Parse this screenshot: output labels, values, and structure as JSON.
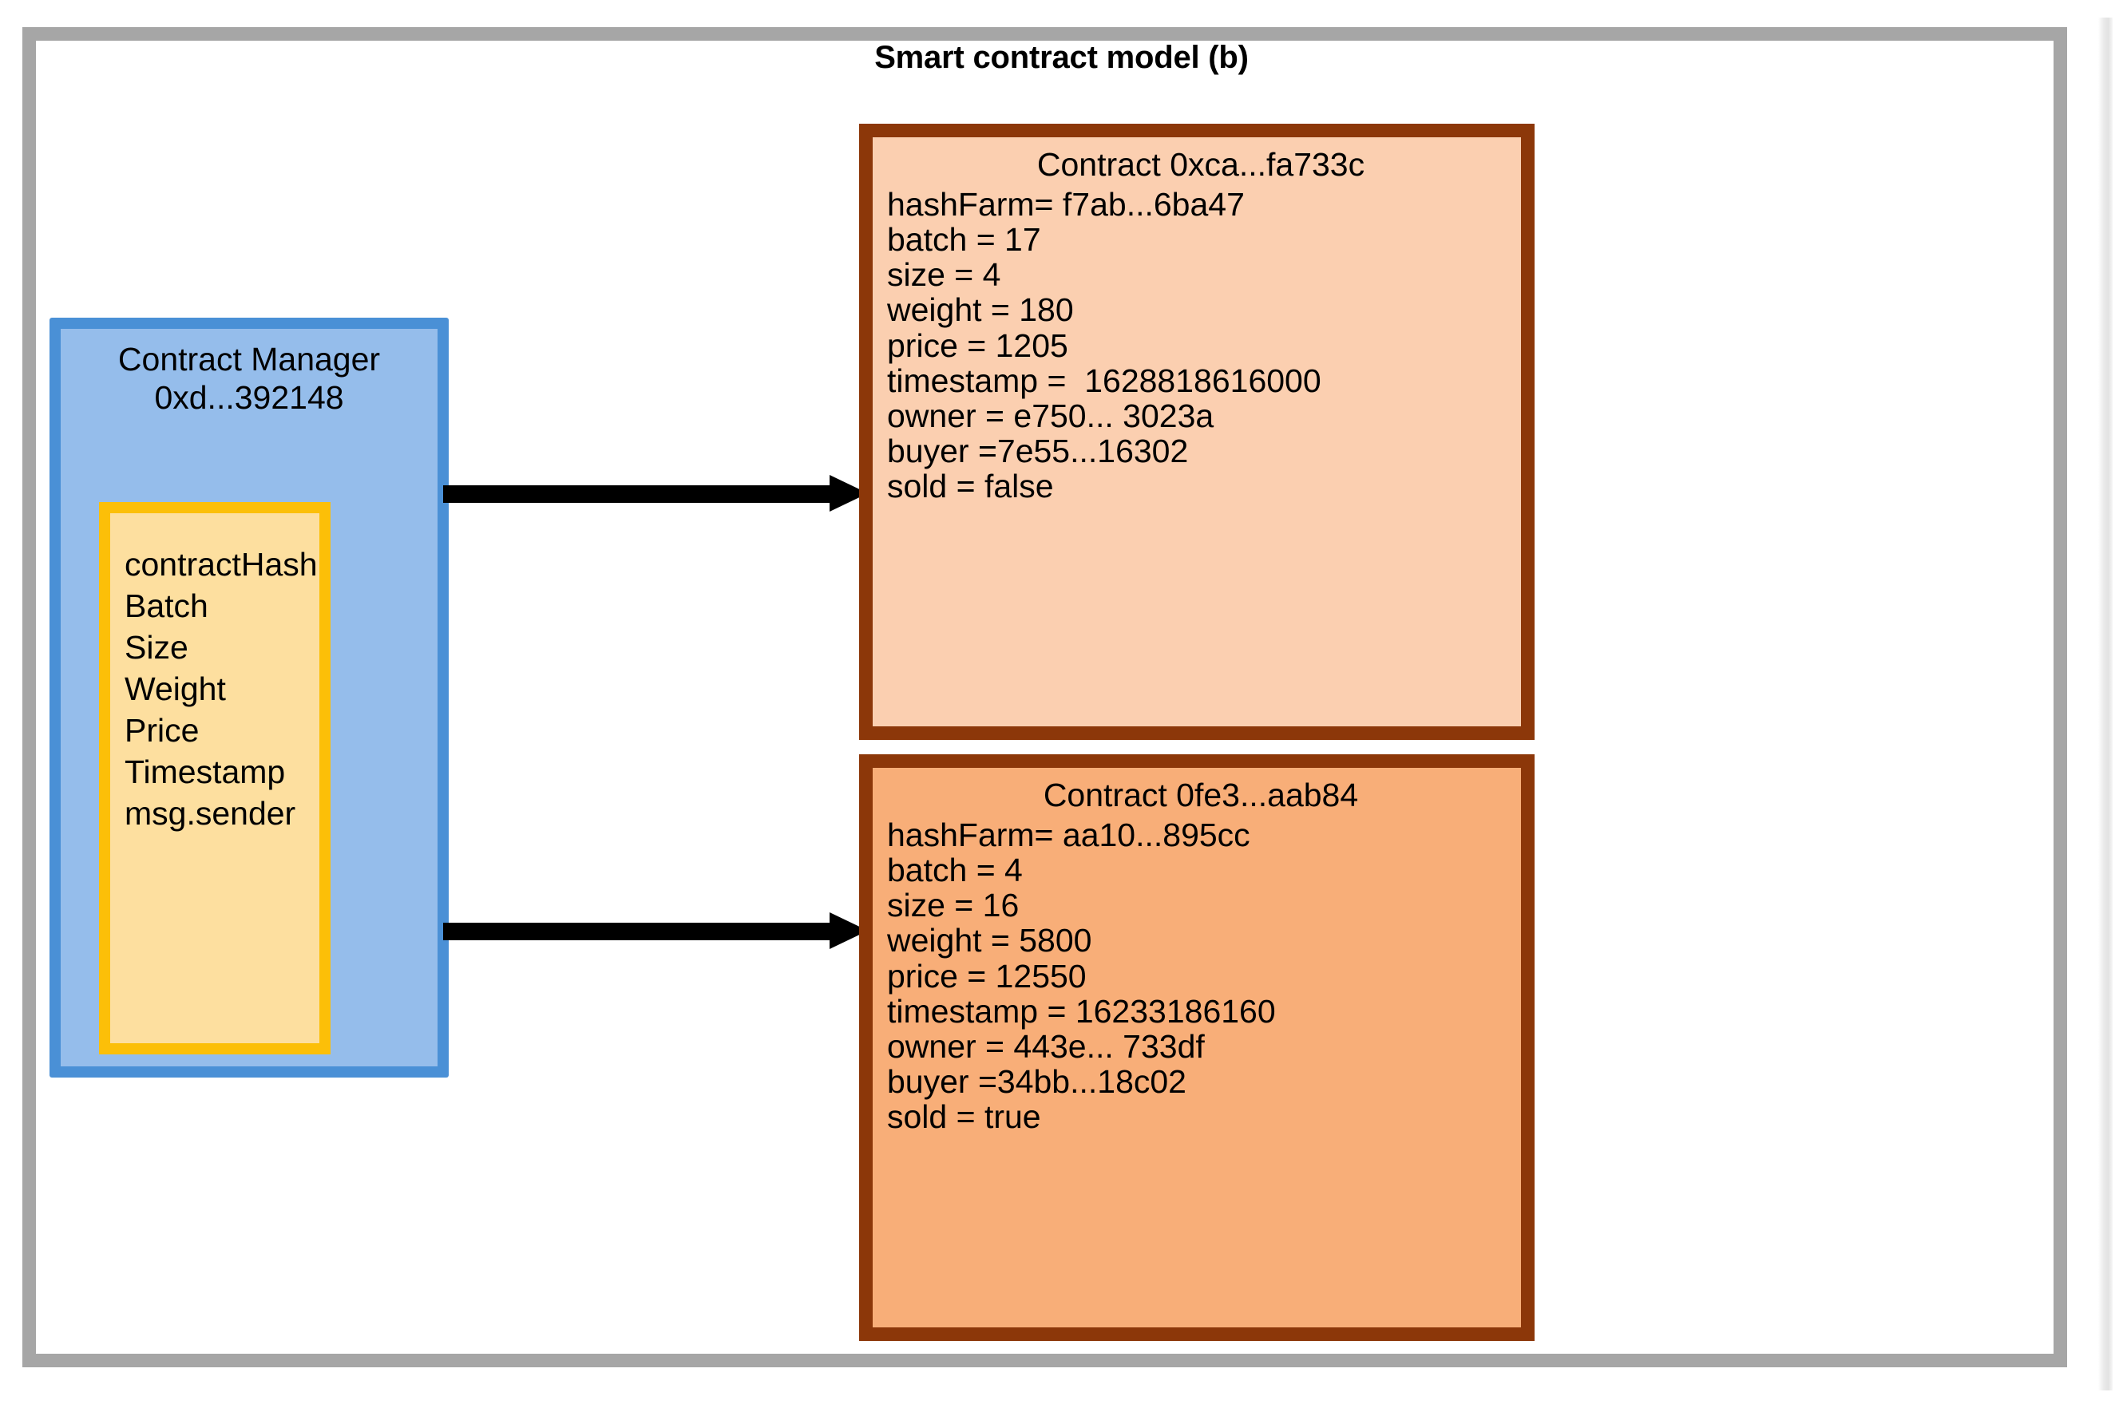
{
  "figure": {
    "title": "Smart contract model (b)",
    "frame_color": "#a6a6a6"
  },
  "contract_manager": {
    "title": "Contract Manager\n0xd...392148",
    "border_color": "#4a90d6",
    "fill_color": "#95bdeb",
    "fields_border_color": "#fcbf08",
    "fields_fill_color": "#fddf9f",
    "fields": [
      {
        "label": "contractHash"
      },
      {
        "label": "Batch"
      },
      {
        "label": "Size"
      },
      {
        "label": "Weight"
      },
      {
        "label": "Price"
      },
      {
        "label": "Timestamp"
      },
      {
        "label": "msg.sender"
      }
    ]
  },
  "contracts": [
    {
      "header": "Contract 0xca...fa733c",
      "border_color": "#8c3709",
      "fill_color": "#fbcfb0",
      "lines": [
        "hashFarm= f7ab...6ba47",
        "batch = 17",
        "size = 4",
        "weight = 180",
        "price = 1205",
        "timestamp =  1628818616000",
        "owner = e750... 3023a",
        "buyer =7e55...16302",
        "sold = false"
      ]
    },
    {
      "header": "Contract 0fe3...aab84",
      "border_color": "#8c3709",
      "fill_color": "#f8ae78",
      "lines": [
        "hashFarm= aa10...895cc",
        "batch = 4",
        "size = 16",
        "weight = 5800",
        "price = 12550",
        "timestamp = 16233186160",
        "owner = 443e... 733df",
        "buyer =34bb...18c02",
        "sold = true"
      ]
    }
  ],
  "arrows": [
    {
      "name": "manager-to-contract-1"
    },
    {
      "name": "manager-to-contract-2"
    }
  ]
}
